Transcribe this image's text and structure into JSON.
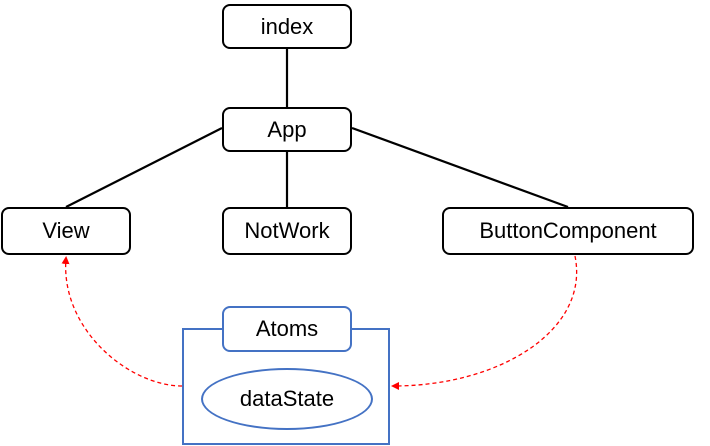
{
  "diagram": {
    "nodes": {
      "index": "index",
      "app": "App",
      "view": "View",
      "notwork": "NotWork",
      "button_component": "ButtonComponent",
      "atoms": "Atoms",
      "data_state": "dataState"
    },
    "edges": [
      {
        "from": "index",
        "to": "app",
        "style": "solid"
      },
      {
        "from": "app",
        "to": "view",
        "style": "solid"
      },
      {
        "from": "app",
        "to": "notwork",
        "style": "solid"
      },
      {
        "from": "app",
        "to": "button_component",
        "style": "solid"
      },
      {
        "from": "atoms",
        "to": "view",
        "style": "dashed-arrow"
      },
      {
        "from": "button_component",
        "to": "atoms",
        "style": "dashed-arrow"
      }
    ],
    "colors": {
      "node_border": "#000000",
      "atoms_border": "#4472c4",
      "dashed_arrow": "#ff0000"
    }
  }
}
